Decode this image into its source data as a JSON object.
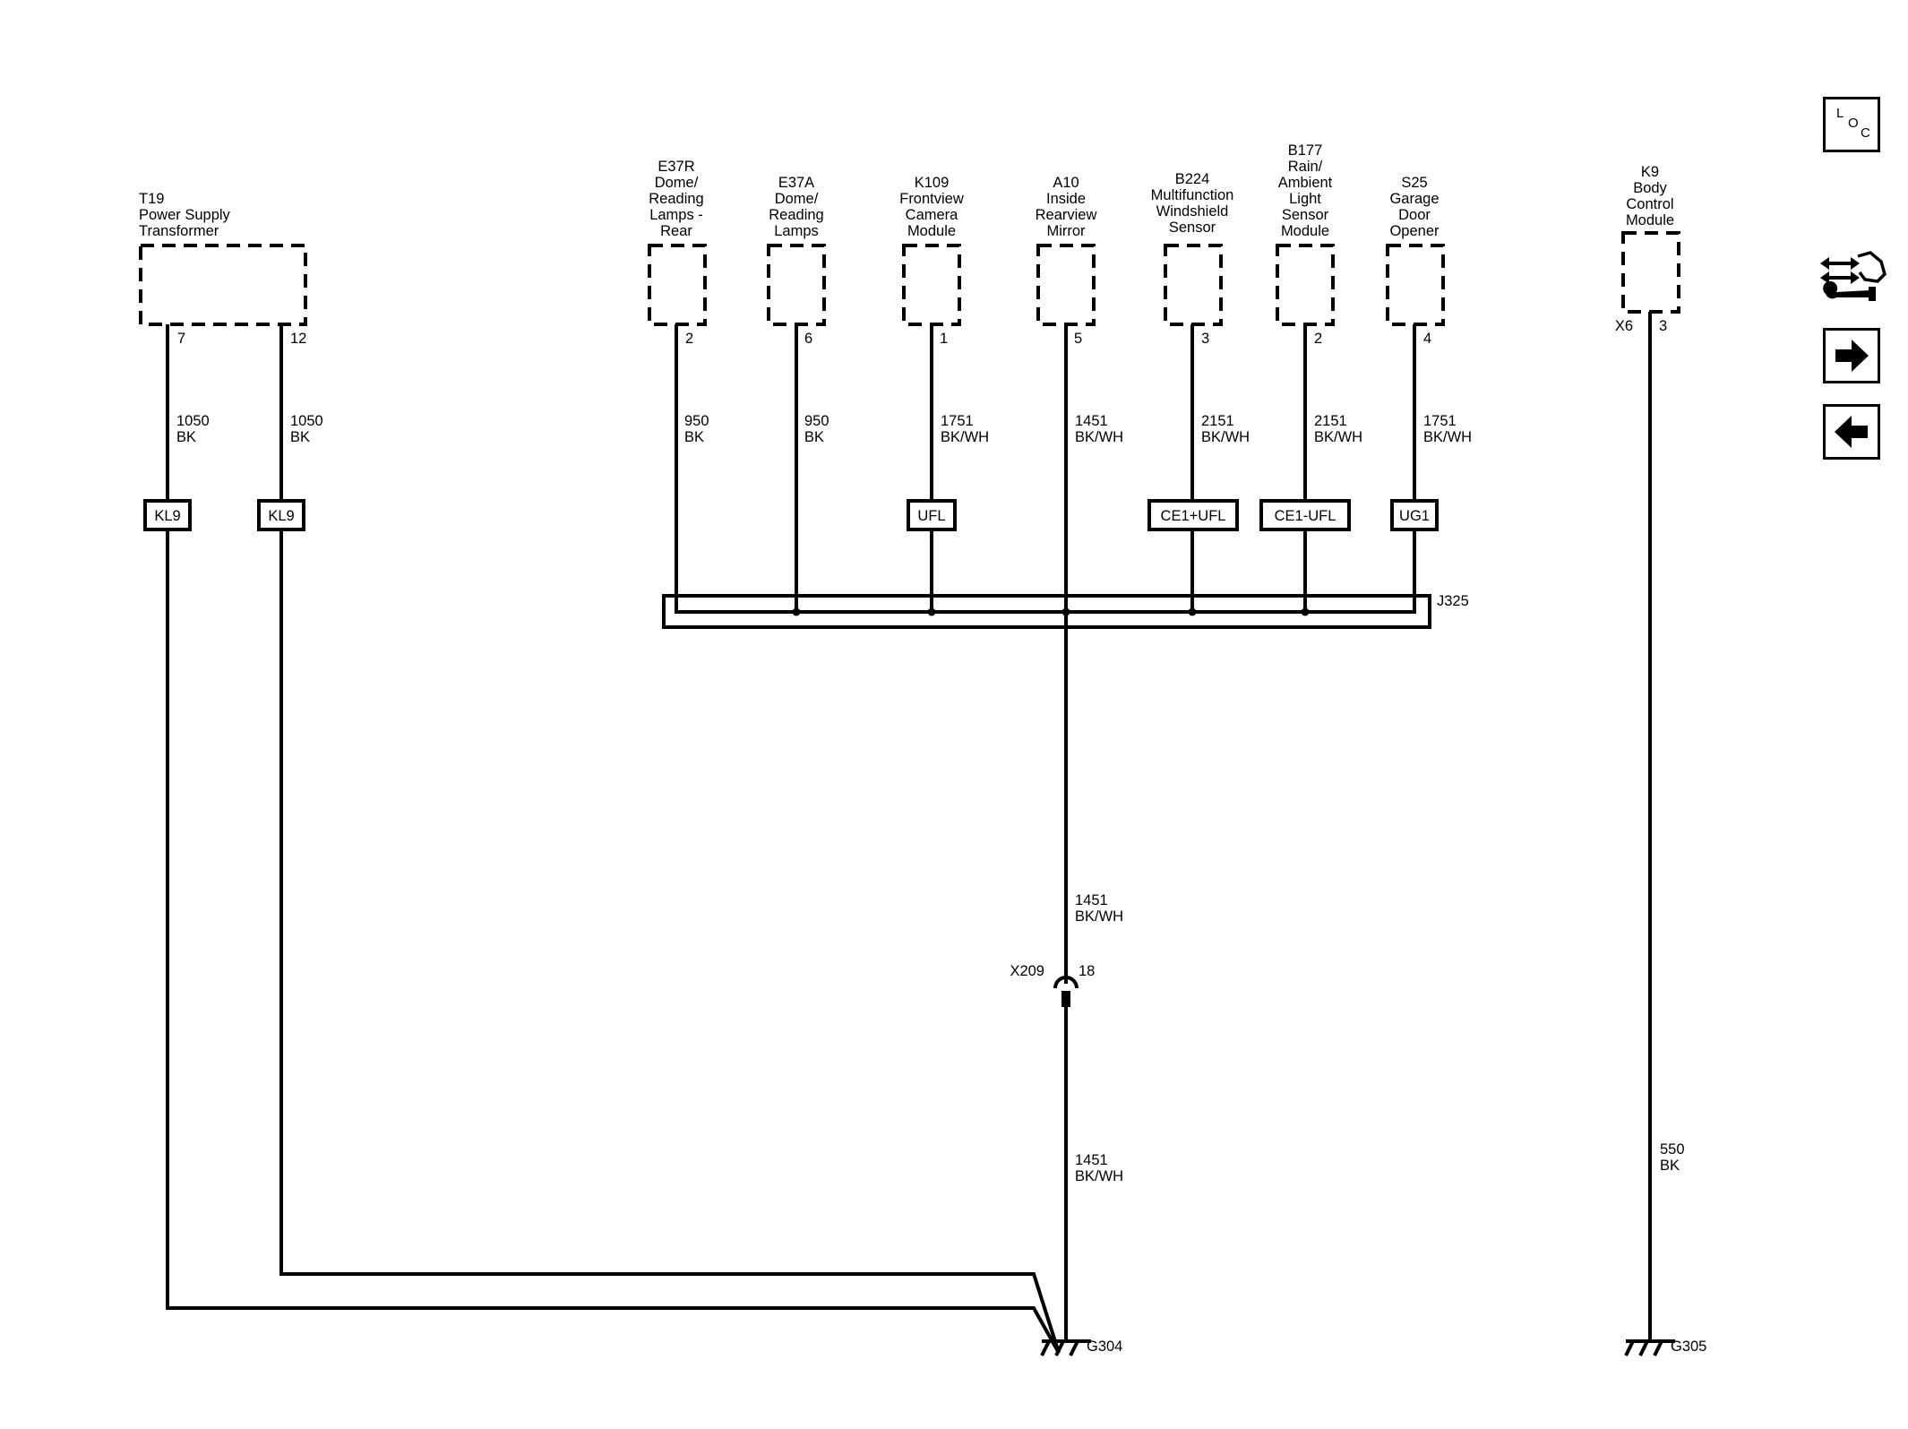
{
  "components": {
    "t19": [
      "T19",
      "Power Supply",
      "Transformer"
    ],
    "e37r": [
      "E37R",
      "Dome/",
      "Reading",
      "Lamps -",
      "Rear"
    ],
    "e37a": [
      "E37A",
      "Dome/",
      "Reading",
      "Lamps"
    ],
    "k109": [
      "K109",
      "Frontview",
      "Camera",
      "Module"
    ],
    "a10": [
      "A10",
      "Inside",
      "Rearview",
      "Mirror"
    ],
    "b224": [
      "B224",
      "Multifunction",
      "Windshield",
      "Sensor"
    ],
    "b177": [
      "B177",
      "Rain/",
      "Ambient",
      "Light",
      "Sensor",
      "Module"
    ],
    "s25": [
      "S25",
      "Garage",
      "Door",
      "Opener"
    ],
    "k9": [
      "K9",
      "Body",
      "Control",
      "Module"
    ]
  },
  "pins": {
    "t19_a": "7",
    "t19_b": "12",
    "e37r": "2",
    "e37a": "6",
    "k109": "1",
    "a10": "5",
    "b224": "3",
    "b177": "2",
    "s25": "4",
    "k9_connector": "X6",
    "k9_pin": "3"
  },
  "wires": {
    "t19_a": [
      "1050",
      "BK"
    ],
    "t19_b": [
      "1050",
      "BK"
    ],
    "e37r": [
      "950",
      "BK"
    ],
    "e37a": [
      "950",
      "BK"
    ],
    "k109": [
      "1751",
      "BK/WH"
    ],
    "a10": [
      "1451",
      "BK/WH"
    ],
    "b224": [
      "2151",
      "BK/WH"
    ],
    "b177": [
      "2151",
      "BK/WH"
    ],
    "s25": [
      "1751",
      "BK/WH"
    ],
    "trunk_upper": [
      "1451",
      "BK/WH"
    ],
    "trunk_lower": [
      "1451",
      "BK/WH"
    ],
    "k9": [
      "550",
      "BK"
    ]
  },
  "options": {
    "kl9_a": "KL9",
    "kl9_b": "KL9",
    "ufl": "UFL",
    "ce1_plus_ufl": "CE1+UFL",
    "ce1_minus_ufl": "CE1-UFL",
    "ug1": "UG1"
  },
  "splice": "J325",
  "inline_connector": {
    "name": "X209",
    "pin": "18"
  },
  "grounds": {
    "g304": "G304",
    "g305": "G305"
  },
  "toolbar": {
    "loc_letters": [
      "L",
      "O",
      "C"
    ]
  }
}
